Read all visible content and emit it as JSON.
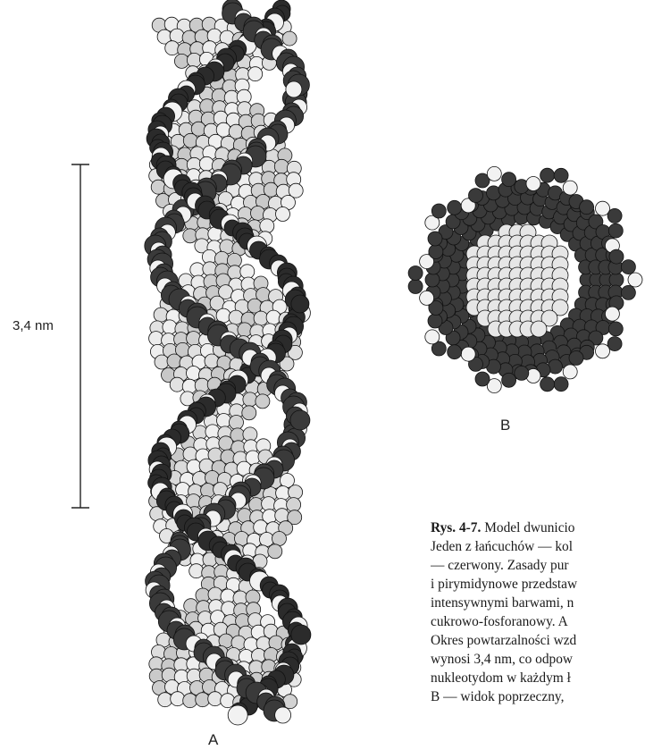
{
  "figure": {
    "scale_label": "3,4 nm",
    "label_a": "A",
    "label_b": "B"
  },
  "caption": {
    "figure_number": "Rys. 4-7.",
    "lines": [
      "Model dwunicio",
      "Jeden z łańcuchów — kol",
      "— czerwony. Zasady pur",
      "i pirymidynowe przedstaw",
      "intensywnymi barwami, n",
      "cukrowo-fosforanowy. A",
      "Okres powtarzalności wzd",
      "wynosi 3,4 nm, co odpow",
      "nukleotydom w każdym ł",
      "B — widok poprzeczny,"
    ]
  },
  "colors": {
    "backbone": "#2b2b2b",
    "atom_dark": "#3a3a3a",
    "atom_light": "#f2f2f2",
    "base": "#e6e6e6"
  }
}
